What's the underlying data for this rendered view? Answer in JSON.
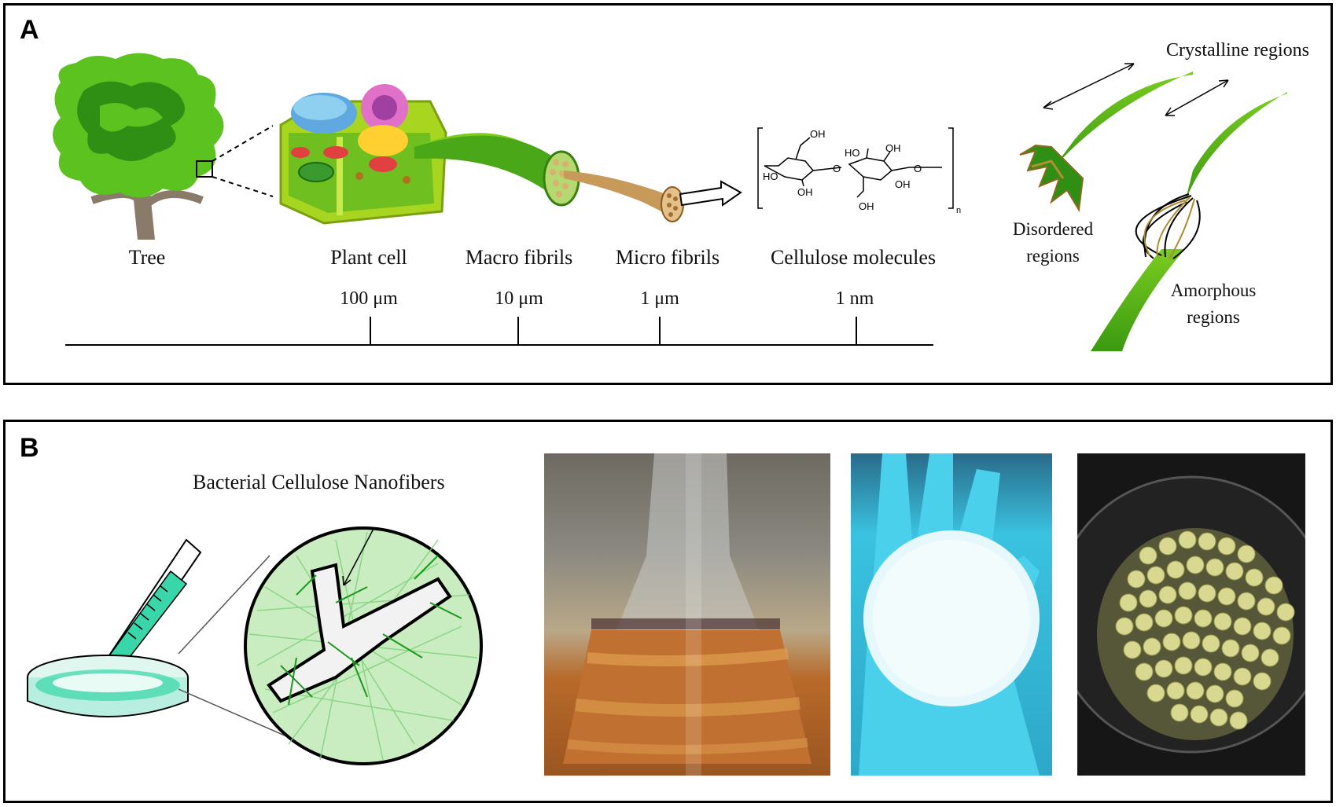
{
  "panel_a": {
    "letter": "A",
    "labels": {
      "tree": "Tree",
      "plant_cell": "Plant cell",
      "macro_fibrils": "Macro fibrils",
      "micro_fibrils": "Micro fibrils",
      "cellulose_molecules": "Cellulose molecules"
    },
    "scale_ticks": [
      "100 μm",
      "10 μm",
      "1 μm",
      "1 nm"
    ],
    "molecule_groups": {
      "oh": "OH",
      "ho": "HO",
      "o": "O",
      "n": "n"
    },
    "fiber_regions": {
      "crystalline": "Crystalline regions",
      "disordered_line1": "Disordered",
      "disordered_line2": "regions",
      "amorphous_line1": "Amorphous",
      "amorphous_line2": "regions"
    }
  },
  "panel_b": {
    "letter": "B",
    "nanofibers_label": "Bacterial Cellulose Nanofibers"
  },
  "colors": {
    "leaf_green": "#5cc21f",
    "dark_green": "#2f8f14",
    "trunk": "#8a7a6a",
    "fiber_tan": "#c79a5a",
    "culture_teal": "#38d6a8",
    "glove_blue": "#3ac2e0",
    "flask_broth": "#b86a2a",
    "bead_yellow": "#d8d890"
  }
}
